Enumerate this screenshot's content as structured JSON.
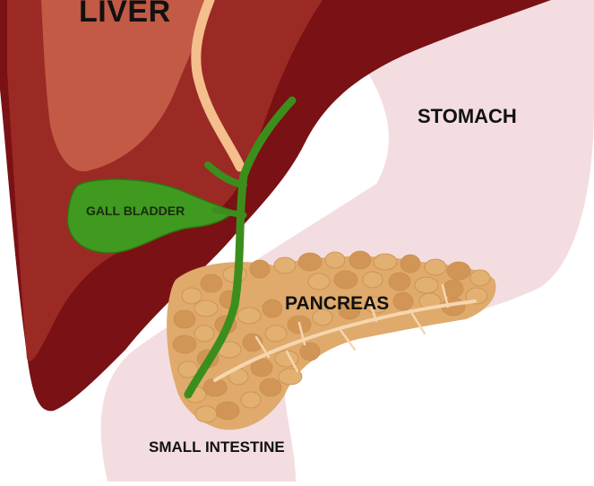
{
  "labels": {
    "liver": "LIVER",
    "stomach": "STOMACH",
    "gall_bladder": "GALL BLADDER",
    "pancreas": "PANCREAS",
    "small_intestine": "SMALL INTESTINE"
  },
  "colors": {
    "liver_dark": "#7a1114",
    "liver_mid": "#9b2a24",
    "liver_light": "#c25a45",
    "stomach": "#f3dde0",
    "gall_bladder": "#3f9a1f",
    "bile_duct": "#3c8e1c",
    "hepatic_vessel": "#f4be8d",
    "pancreas": "#dfaa6b",
    "pancreas_lobule": "#d19656"
  }
}
